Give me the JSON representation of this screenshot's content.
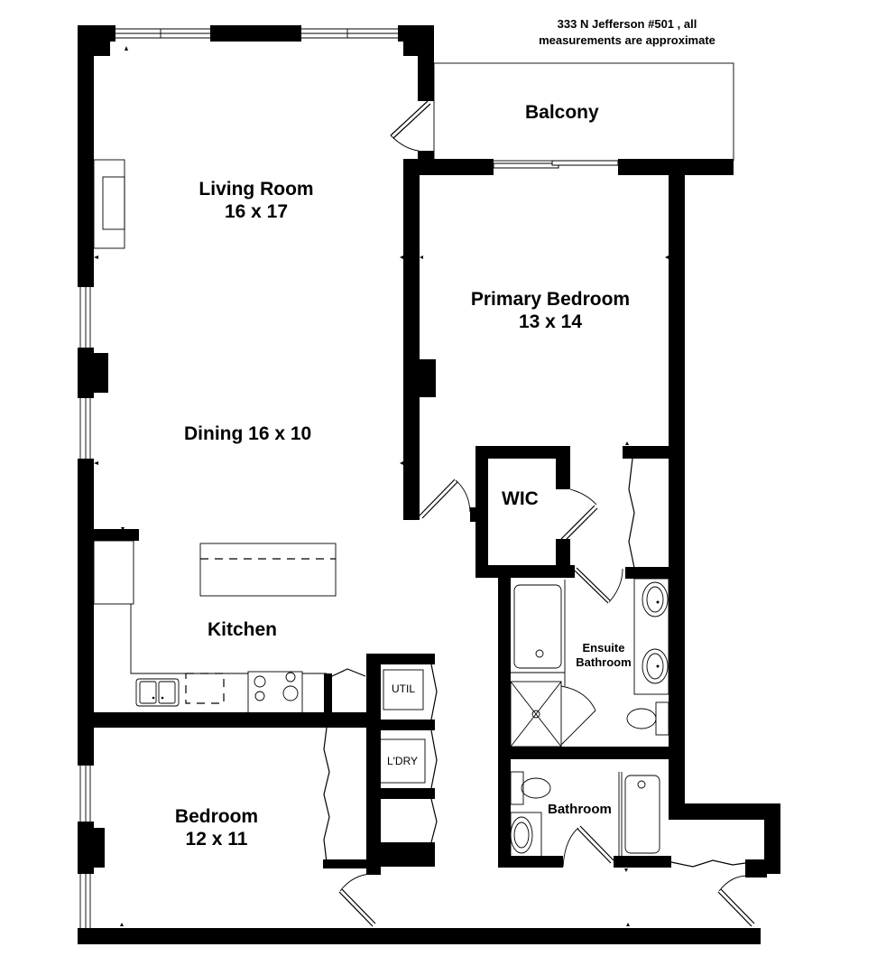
{
  "header": {
    "note_line1": "333 N Jefferson #501 , all",
    "note_line2": "measurements are approximate"
  },
  "rooms": {
    "living": {
      "name": "Living Room",
      "size": "16 x 17"
    },
    "dining": {
      "name": "Dining 16 x 10"
    },
    "balcony": {
      "name": "Balcony"
    },
    "primary_bedroom": {
      "name": "Primary Bedroom",
      "size": "13 x 14"
    },
    "wic": {
      "name": "WIC"
    },
    "ensuite": {
      "name_line1": "Ensuite",
      "name_line2": "Bathroom"
    },
    "kitchen": {
      "name": "Kitchen"
    },
    "util": {
      "name": "UTIL"
    },
    "laundry": {
      "name": "L'DRY"
    },
    "bedroom": {
      "name": "Bedroom",
      "size": "12 x 11"
    },
    "bathroom": {
      "name": "Bathroom"
    }
  },
  "colors": {
    "wall": "#000000",
    "background": "#ffffff"
  }
}
